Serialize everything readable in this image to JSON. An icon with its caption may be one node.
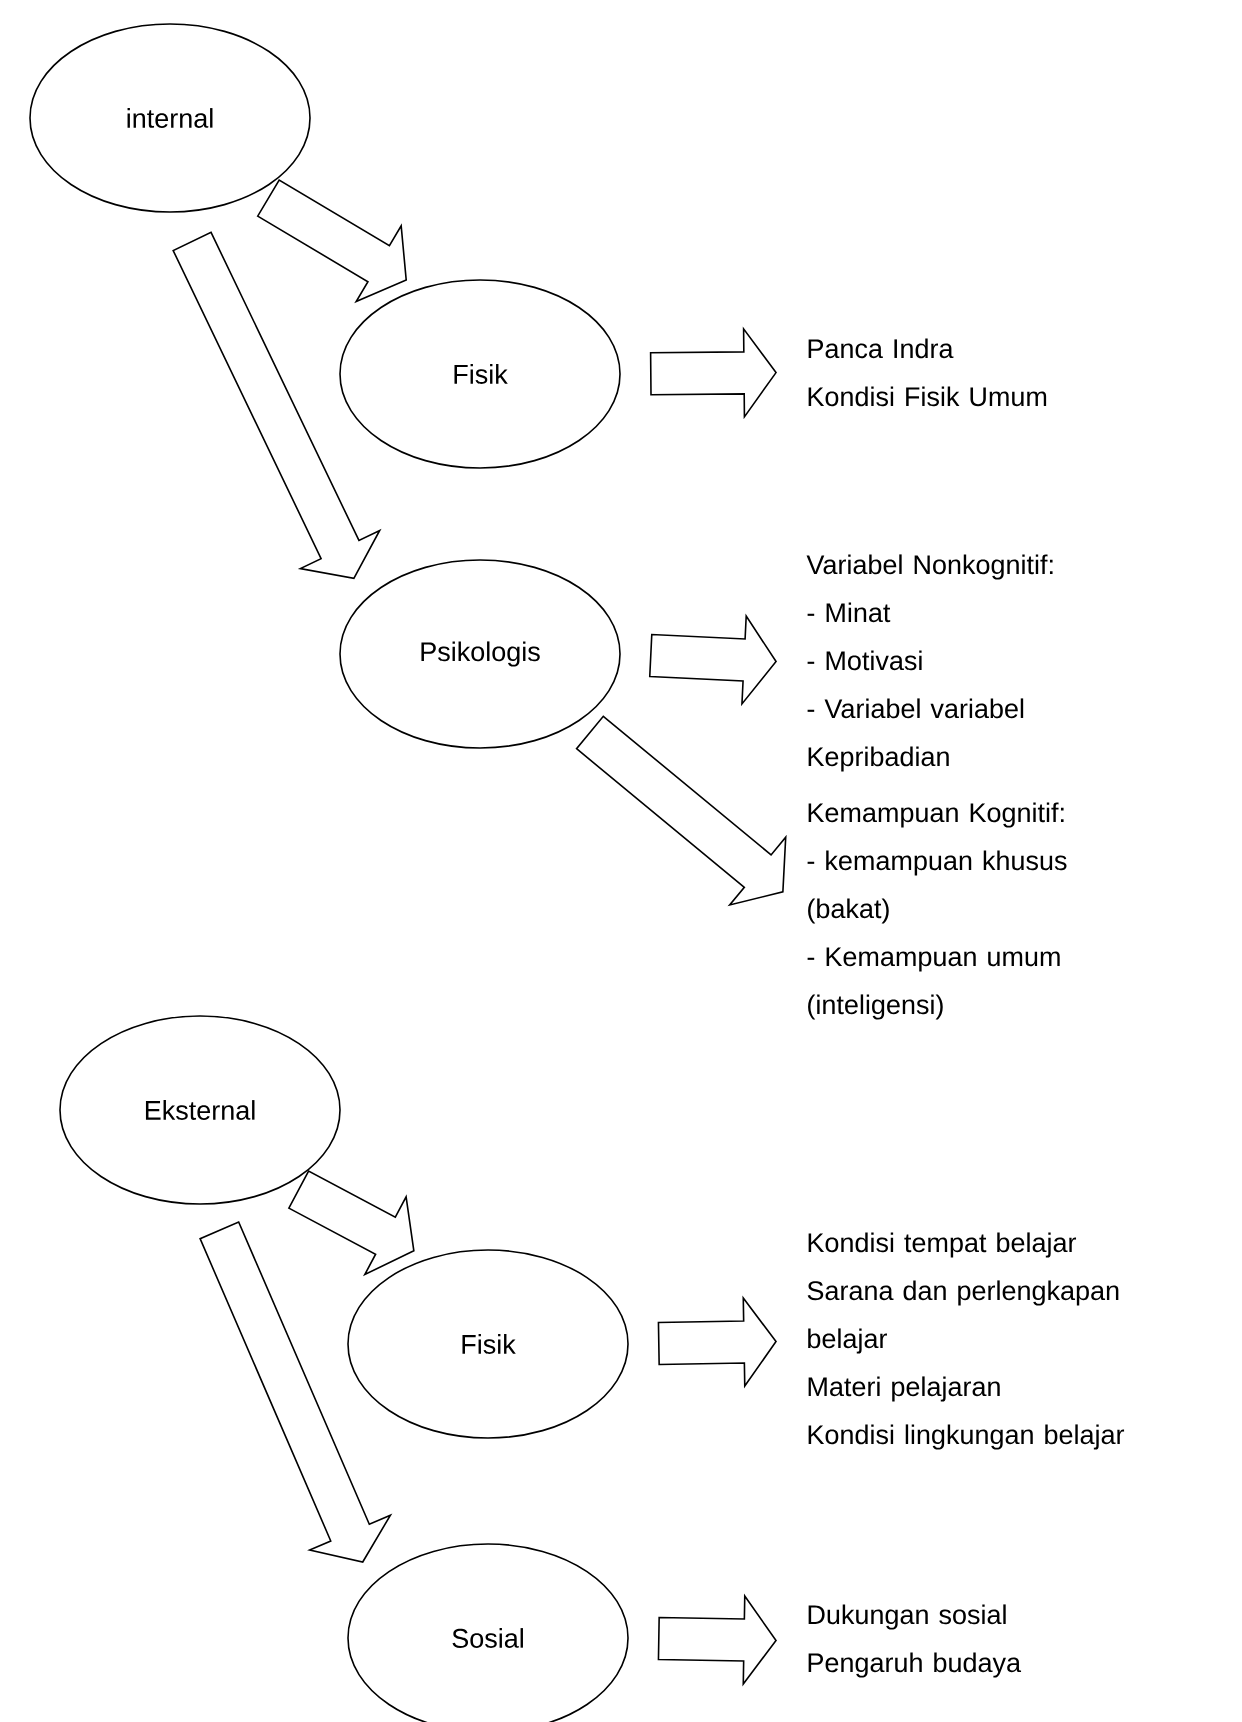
{
  "diagram": {
    "nodes": [
      {
        "text": [
          "internal"
        ]
      },
      {
        "text": [
          "Fisik"
        ]
      },
      {
        "text": [
          "Panca Indra",
          "Kondisi Fisik Umum"
        ]
      },
      {
        "text": [
          "Psikologis"
        ]
      },
      {
        "text": [
          "Variabel Nonkognitif:",
          "- Minat",
          "- Motivasi",
          "- Variabel variabel Kepribadian"
        ]
      },
      {
        "text": [
          "Kemampuan Kognitif:",
          "- kemampuan khusus (bakat)",
          "- Kemampuan umum (inteligensi)"
        ]
      },
      {
        "text": [
          "Eksternal"
        ]
      },
      {
        "text": [
          "Fisik"
        ]
      },
      {
        "text": [
          "Kondisi tempat belajar",
          "Sarana dan perlengkapan belajar",
          "Materi pelajaran",
          "Kondisi lingkungan belajar"
        ]
      },
      {
        "text": [
          "Sosial"
        ]
      },
      {
        "text": [
          "Dukungan sosial",
          "Pengaruh budaya"
        ]
      }
    ],
    "edges": [
      {
        "from": 0,
        "to": 1,
        "arrow": "to"
      },
      {
        "from": 0,
        "to": 3,
        "arrow": "to"
      },
      {
        "from": 1,
        "to": 2,
        "arrow": "to"
      },
      {
        "from": 3,
        "to": 4,
        "arrow": "to"
      },
      {
        "from": 3,
        "to": 5,
        "arrow": "to"
      },
      {
        "from": 6,
        "to": 7,
        "arrow": "to"
      },
      {
        "from": 6,
        "to": 9,
        "arrow": "to"
      },
      {
        "from": 7,
        "to": 8,
        "arrow": "to"
      },
      {
        "from": 9,
        "to": 10,
        "arrow": "to"
      }
    ]
  }
}
